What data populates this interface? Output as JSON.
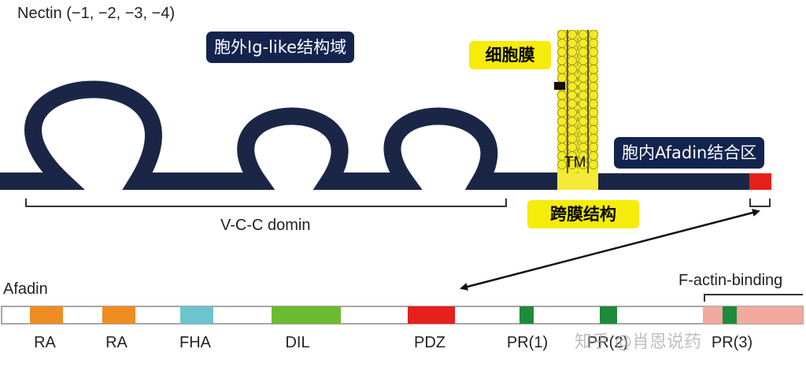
{
  "nectin": {
    "title": "Nectin (−1, −2, −3, −4)",
    "ig_box": "胞外Ig-like结构域",
    "membrane_box": "细胞膜",
    "tm_label": "TM",
    "tm_box": "跨膜结构",
    "afadin_binding_box": "胞内Afadin结合区",
    "vcc_label": "V-C-C domin"
  },
  "afadin": {
    "title": "Afadin",
    "factin_label": "F-actin-binding",
    "domains": [
      {
        "name": "RA",
        "color": "#ef8c22"
      },
      {
        "name": "RA",
        "color": "#ef8c22"
      },
      {
        "name": "FHA",
        "color": "#6cc4cf"
      },
      {
        "name": "DIL",
        "color": "#6cba2f"
      },
      {
        "name": "PDZ",
        "color": "#e8201b"
      },
      {
        "name": "PR(1)",
        "color": "#1d8a3c"
      },
      {
        "name": "PR(2)",
        "color": "#1d8a3c"
      },
      {
        "name": "PR(3)",
        "color": "#1d8a3c"
      }
    ]
  },
  "colors": {
    "nectin_strand": "#1b2647",
    "tm_segment": "#f5e93a",
    "afadin_binding_segment": "#e8201b",
    "factin_region": "#f2a9a0",
    "membrane_lipid": "#f1ec25"
  },
  "watermark": "知乎 @肖恩说药"
}
